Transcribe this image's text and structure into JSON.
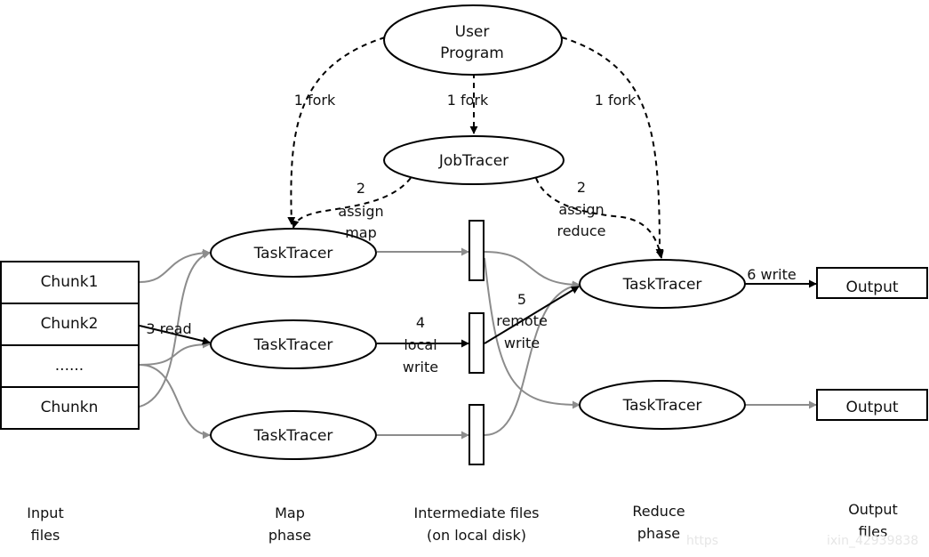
{
  "nodes": {
    "user_program": [
      "User",
      "Program"
    ],
    "job_tracer": "JobTracer",
    "map_tasks": [
      "TaskTracer",
      "TaskTracer",
      "TaskTracer"
    ],
    "reduce_tasks": [
      "TaskTracer",
      "TaskTracer"
    ],
    "input_chunks": [
      "Chunk1",
      "Chunk2",
      "......",
      "Chunkn"
    ],
    "outputs": [
      "Output",
      "Output"
    ]
  },
  "edges": {
    "fork_left": "1 fork",
    "fork_center": "1 fork",
    "fork_right": "1 fork",
    "assign_map": [
      "2",
      "assign",
      "map"
    ],
    "assign_reduce": [
      "2",
      "assign",
      "reduce"
    ],
    "read": "3 read",
    "local_write": [
      "4",
      "local",
      "write"
    ],
    "remote_write": [
      "5",
      "remote",
      "write"
    ],
    "write": "6 write"
  },
  "phases": {
    "input": [
      "Input",
      "files"
    ],
    "map": [
      "Map",
      "phase"
    ],
    "intermediate": [
      "Intermediate files",
      "(on local disk)"
    ],
    "reduce": [
      "Reduce",
      "phase"
    ],
    "output": [
      "Output",
      "files"
    ]
  },
  "watermark": [
    "https",
    "ixin_42939838"
  ],
  "colors": {
    "stroke": "#000000",
    "gray_edge": "#8c8c8c",
    "text": "#111111"
  }
}
